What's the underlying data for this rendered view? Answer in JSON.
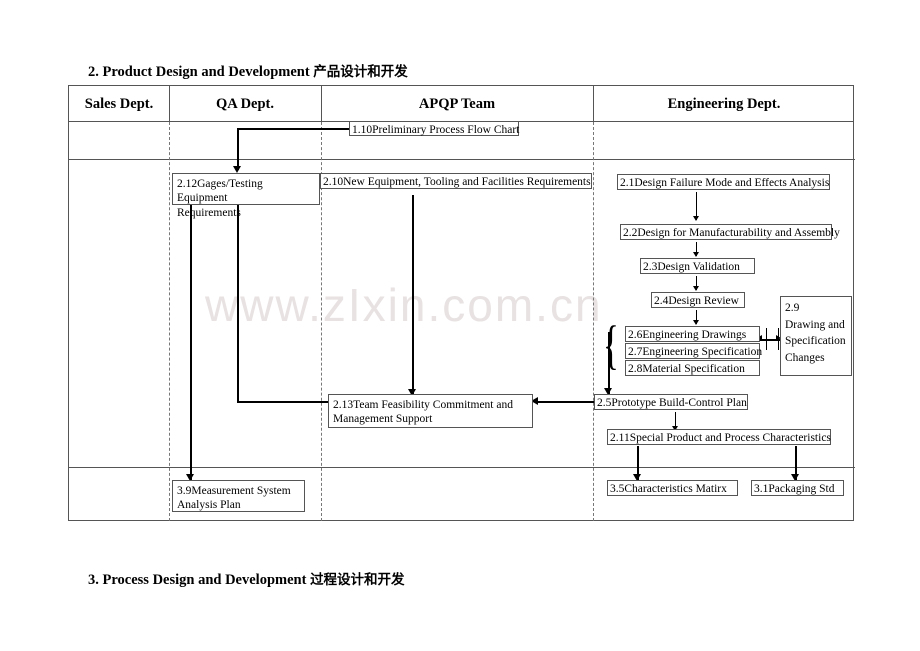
{
  "watermark": "www.zIxin.com.cn",
  "sections": {
    "current": {
      "number": "2.",
      "title_en": "Product Design and Development",
      "title_cn": "产品设计和开发"
    },
    "next": {
      "number": "3.",
      "title_en": "Process Design and Development",
      "title_cn": "过程设计和开发"
    }
  },
  "table": {
    "columns": [
      {
        "label": "Sales Dept."
      },
      {
        "label": "QA Dept."
      },
      {
        "label": "APQP Team"
      },
      {
        "label": "Engineering Dept."
      }
    ]
  },
  "nodes": {
    "n110": "1.10Preliminary Process Flow Chart",
    "n212_l1": "2.12Gages/Testing Equipment",
    "n212_l2": "Requirements",
    "n210": "2.10New Equipment, Tooling and Facilities Requirements",
    "n21": "2.1Design Failure Mode and Effects Analysis",
    "n22": "2.2Design for Manufacturability and Assembly",
    "n23": "2.3Design Validation",
    "n24": "2.4Design Review",
    "n26": "2.6Engineering Drawings",
    "n27": "2.7Engineering Specification",
    "n28": "2.8Material Specification",
    "n29": "2.9\nDrawing and Specification Changes",
    "n29_l1": "2.9",
    "n29_l2": "Drawing and",
    "n29_l3": "Specification",
    "n29_l4": "Changes",
    "n213_l1": "2.13Team Feasibility Commitment and",
    "n213_l2": "Management Support",
    "n25": "2.5Prototype Build-Control Plan",
    "n211": "2.11Special Product and Process Characteristics",
    "n39_l1": "3.9Measurement System",
    "n39_l2": "Analysis Plan",
    "n35": "3.5Characteristics Matirx",
    "n31": "3.1Packaging Std"
  }
}
